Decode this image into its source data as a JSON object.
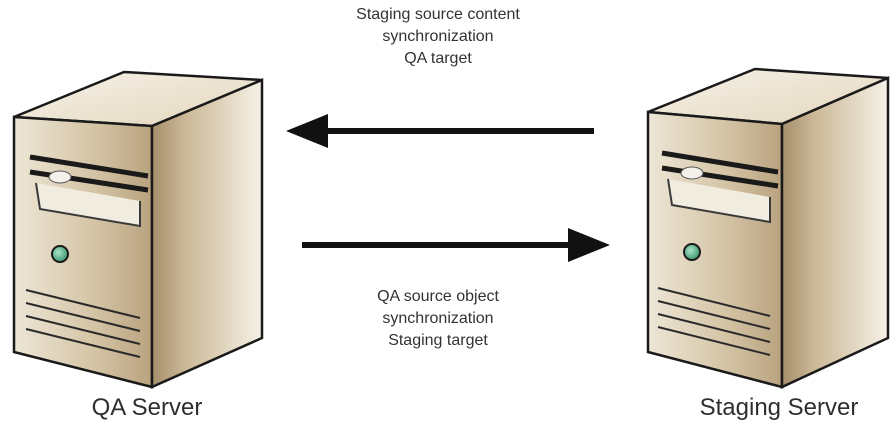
{
  "captions": {
    "top": [
      "Staging source content",
      "synchronization",
      "QA target"
    ],
    "bottom": [
      "QA source object",
      "synchronization",
      "Staging target"
    ]
  },
  "servers": {
    "left_label": "QA Server",
    "right_label": "Staging Server"
  },
  "arrows": [
    {
      "from": "Staging Server",
      "to": "QA Server",
      "caption": "top"
    },
    {
      "from": "QA Server",
      "to": "Staging Server",
      "caption": "bottom"
    }
  ],
  "colors": {
    "server_front": "#c7b393",
    "server_side": "#f3ede0",
    "server_top": "#ece4d2",
    "outline": "#1a1a1a",
    "led": "#5fb58f",
    "arrow": "#111111"
  },
  "icons": [
    "server-icon",
    "server-icon",
    "arrow-left-icon",
    "arrow-right-icon"
  ]
}
